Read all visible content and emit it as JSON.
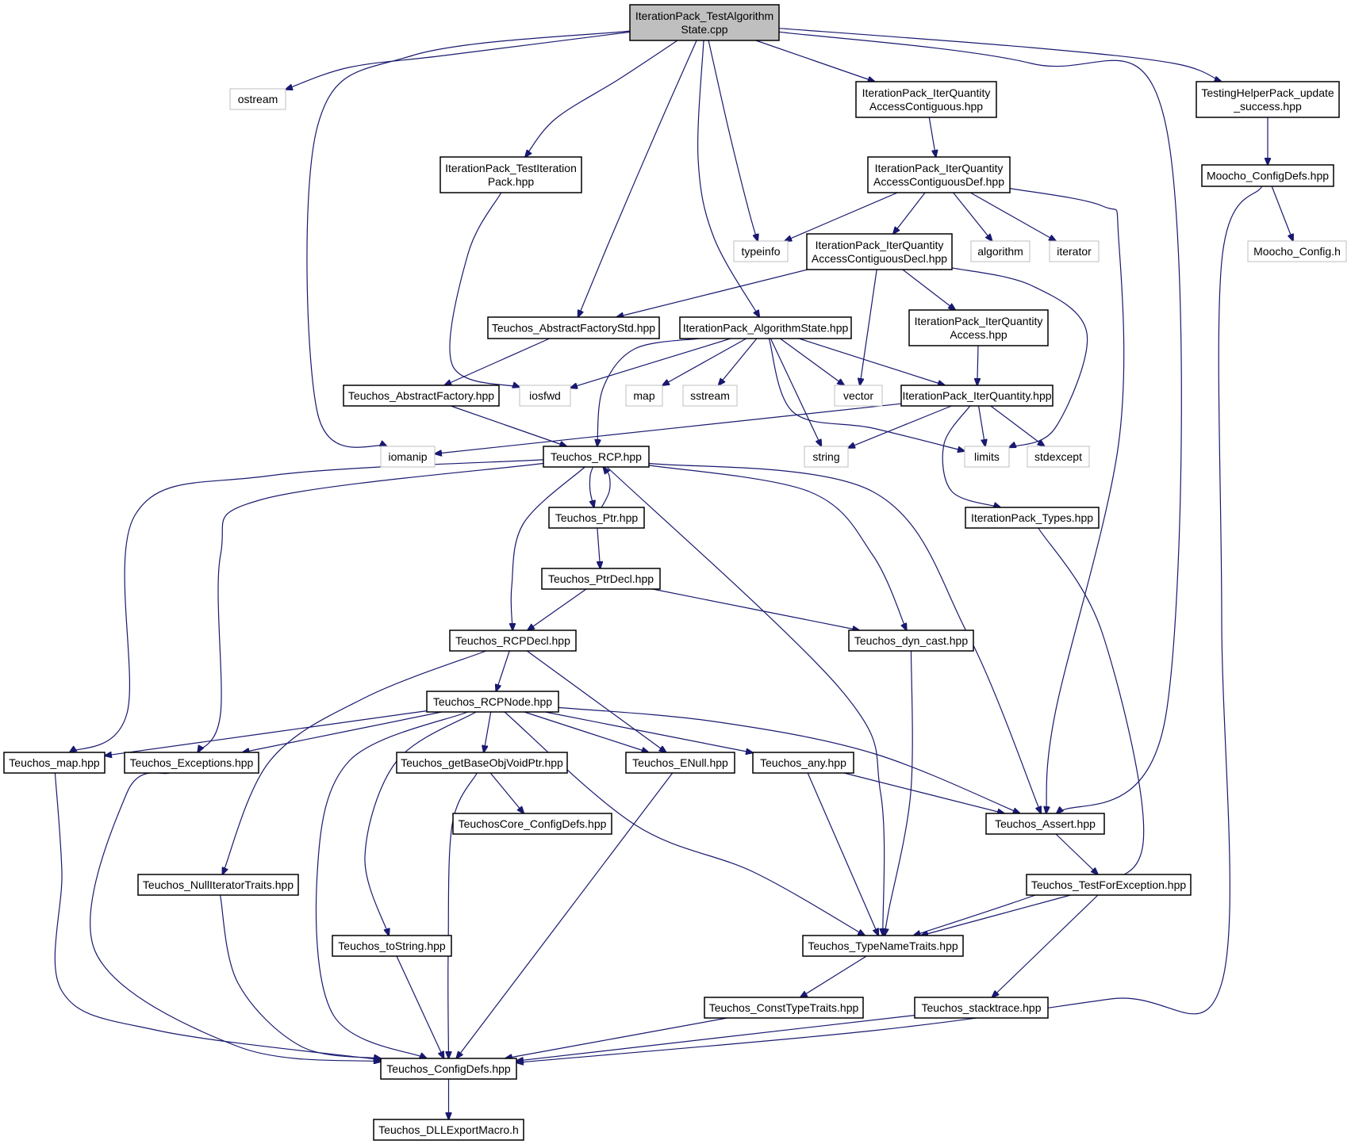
{
  "colors": {
    "edge": "#191970",
    "node_border": "#000000",
    "external_border": "#bfbfbf",
    "root_fill": "#bfbfbf",
    "background": "#ffffff",
    "text": "#000000"
  },
  "nodes": {
    "root": [
      "IterationPack_TestAlgorithm",
      "State.cpp"
    ],
    "ostream": [
      "ostream"
    ],
    "testiteration": [
      "IterationPack_TestIteration",
      "Pack.hpp"
    ],
    "typeinfo": [
      "typeinfo"
    ],
    "iqac": [
      "IterationPack_IterQuantity",
      "AccessContiguous.hpp"
    ],
    "iqacdef": [
      "IterationPack_IterQuantity",
      "AccessContiguousDef.hpp"
    ],
    "algorithm": [
      "algorithm"
    ],
    "iterator": [
      "iterator"
    ],
    "iqacdecl": [
      "IterationPack_IterQuantity",
      "AccessContiguousDecl.hpp"
    ],
    "thps": [
      "TestingHelperPack_update",
      "_success.hpp"
    ],
    "moochoconfigdefs": [
      "Moocho_ConfigDefs.hpp"
    ],
    "moochoconfig": [
      "Moocho_Config.h"
    ],
    "abstractfactorystd": [
      "Teuchos_AbstractFactoryStd.hpp"
    ],
    "algstate": [
      "IterationPack_AlgorithmState.hpp"
    ],
    "iqaccess": [
      "IterationPack_IterQuantity",
      "Access.hpp"
    ],
    "abstractfactory": [
      "Teuchos_AbstractFactory.hpp"
    ],
    "iosfwd": [
      "iosfwd"
    ],
    "map": [
      "map"
    ],
    "sstream": [
      "sstream"
    ],
    "vector": [
      "vector"
    ],
    "iterquantity": [
      "IterationPack_IterQuantity.hpp"
    ],
    "iomanip": [
      "iomanip"
    ],
    "rcp": [
      "Teuchos_RCP.hpp"
    ],
    "string": [
      "string"
    ],
    "limits": [
      "limits"
    ],
    "stdexcept": [
      "stdexcept"
    ],
    "ptr": [
      "Teuchos_Ptr.hpp"
    ],
    "iptypes": [
      "IterationPack_Types.hpp"
    ],
    "ptrdecl": [
      "Teuchos_PtrDecl.hpp"
    ],
    "rcpdecl": [
      "Teuchos_RCPDecl.hpp"
    ],
    "dyncast": [
      "Teuchos_dyn_cast.hpp"
    ],
    "rcpnode": [
      "Teuchos_RCPNode.hpp"
    ],
    "tmap": [
      "Teuchos_map.hpp"
    ],
    "exceptions": [
      "Teuchos_Exceptions.hpp"
    ],
    "getbase": [
      "Teuchos_getBaseObjVoidPtr.hpp"
    ],
    "enull": [
      "Teuchos_ENull.hpp"
    ],
    "any": [
      "Teuchos_any.hpp"
    ],
    "tassert": [
      "Teuchos_Assert.hpp"
    ],
    "coreconfigdefs": [
      "TeuchosCore_ConfigDefs.hpp"
    ],
    "nulliter": [
      "Teuchos_NullIteratorTraits.hpp"
    ],
    "testforexc": [
      "Teuchos_TestForException.hpp"
    ],
    "tostring": [
      "Teuchos_toString.hpp"
    ],
    "typename": [
      "Teuchos_TypeNameTraits.hpp"
    ],
    "consttype": [
      "Teuchos_ConstTypeTraits.hpp"
    ],
    "stacktrace": [
      "Teuchos_stacktrace.hpp"
    ],
    "configdefs": [
      "Teuchos_ConfigDefs.hpp"
    ],
    "dllexport": [
      "Teuchos_DLLExportMacro.h"
    ]
  }
}
